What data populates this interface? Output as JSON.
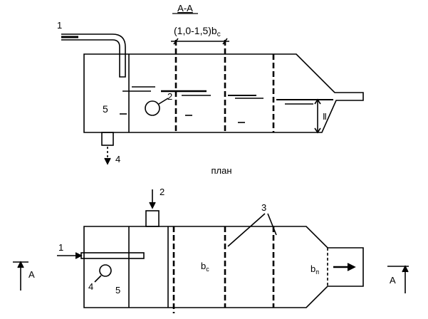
{
  "section": {
    "title": "А-А",
    "dimension": "(1,0-1,5)b",
    "dimension_sub": "с",
    "labels": {
      "inlet": "1",
      "baffle": "2",
      "outlet": "4",
      "chamber": "5",
      "height": "Ⅱ"
    }
  },
  "plan": {
    "title": "план",
    "labels": {
      "inlet": "1",
      "baffle_pipe": "2",
      "baffles": "3",
      "outlet": "4",
      "chamber": "5"
    },
    "width_label": "b",
    "width_sub": "с",
    "outlet_label": "b",
    "outlet_sub": "п"
  },
  "cut_marks": {
    "left": "А",
    "right": "А"
  },
  "colors": {
    "stroke": "#000000",
    "background": "#ffffff"
  }
}
